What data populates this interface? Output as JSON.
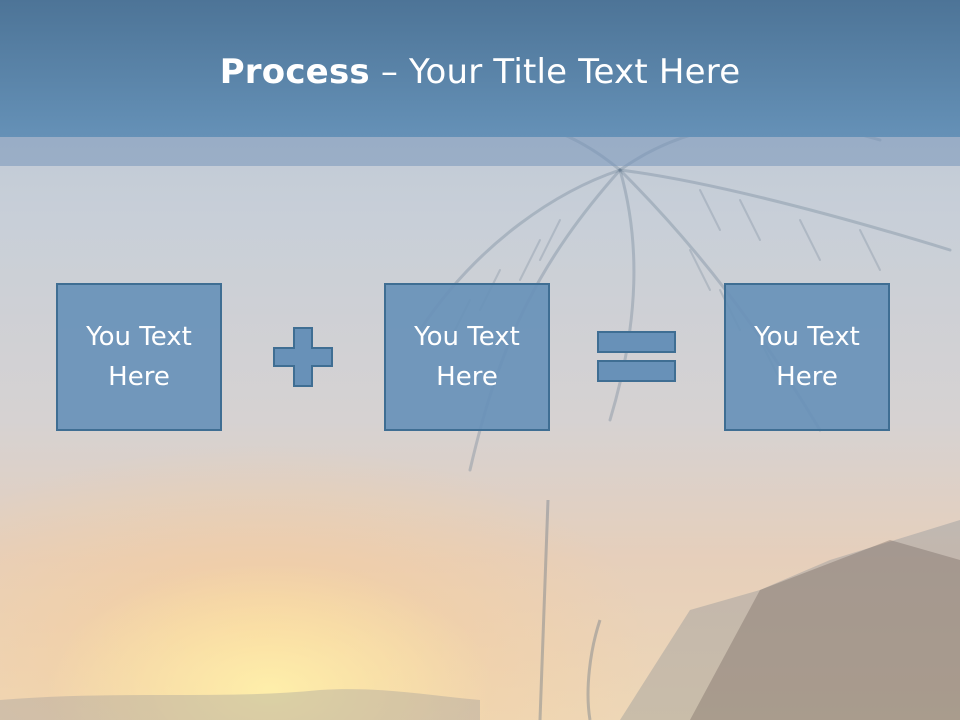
{
  "slide": {
    "title_bold": "Process",
    "title_rest": " – Your Title Text Here"
  },
  "boxes": [
    {
      "text": "You Text Here"
    },
    {
      "text": "You Text Here"
    },
    {
      "text": "You Text Here"
    }
  ],
  "operators": {
    "plus": "plus-icon",
    "equals": "equals-icon"
  },
  "colors": {
    "header": "#5d86ad",
    "box_fill": "#6891b8",
    "box_border": "#3f6e93",
    "text": "#ffffff"
  }
}
